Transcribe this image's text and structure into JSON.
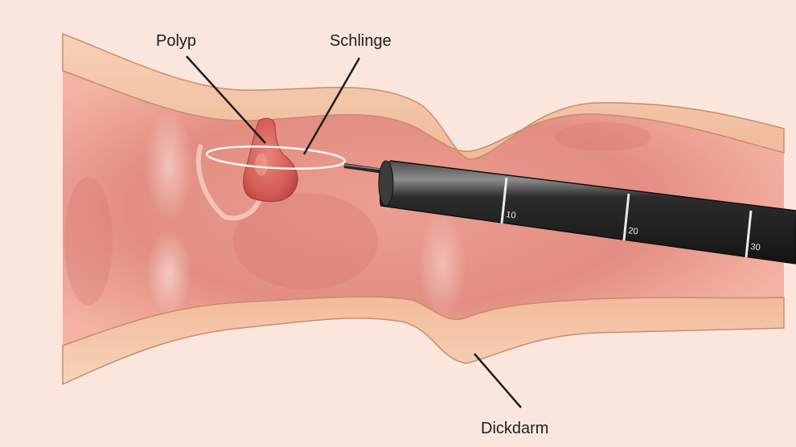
{
  "labels": {
    "polyp": "Polyp",
    "snare": "Schlinge",
    "colon": "Dickdarm"
  },
  "scope_markings": [
    "10",
    "20",
    "30"
  ],
  "colors": {
    "background": "#fbe6de",
    "wall": "#f4c4a4",
    "lumen": "#e89a8c",
    "polyp": "#d9605a",
    "scope": "#262626",
    "leader_line": "#1e1e1e"
  }
}
